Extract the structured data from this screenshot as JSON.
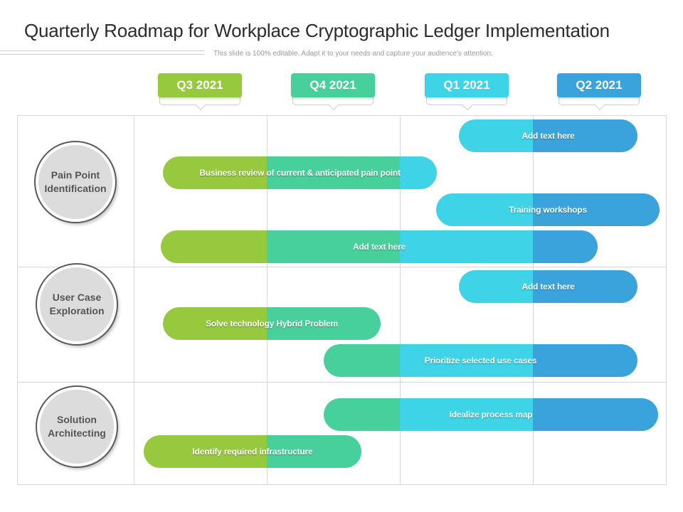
{
  "title": "Quarterly Roadmap for Workplace Cryptographic Ledger Implementation",
  "subtitle": "This slide is 100% editable. Adapt it to your needs and capture your audience’s attention.",
  "colors": {
    "q3": "#96c93d",
    "q4": "#47cf9c",
    "q1": "#3ed3e6",
    "q2": "#3ba3dc"
  },
  "quarters": [
    "Q3 2021",
    "Q4 2021",
    "Q1 2021",
    "Q2 2021"
  ],
  "categories": [
    "Pain Point Identification",
    "User Case Exploration",
    "Solution Architecting"
  ],
  "bars": [
    "Add text here",
    "Business review of current & anticipated pain point",
    "Training workshops",
    "Add text here",
    "Add text here",
    "Solve technology Hybrid  Problem",
    "Prioritize  selected use cases",
    "Idealize  process map",
    "Identify required infrastructure"
  ]
}
